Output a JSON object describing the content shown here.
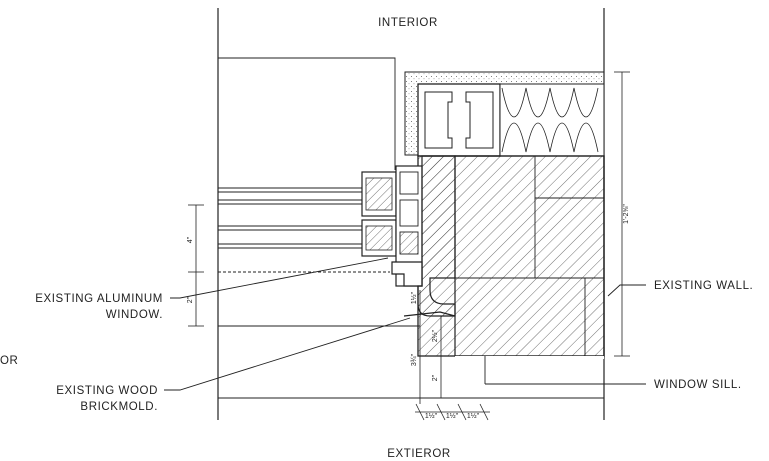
{
  "labels": {
    "interior": "INTERIOR",
    "exterior": "EXTIEROR",
    "left_cut": "OR",
    "aluminum_window_1": "EXISTING ALUMINUM",
    "aluminum_window_2": "WINDOW.",
    "wood_brickmold_1": "EXISTING WOOD",
    "wood_brickmold_2": "BRICKMOLD.",
    "existing_wall": "EXISTING WALL.",
    "window_sill": "WINDOW SILL."
  },
  "dimensions": {
    "wall_height": "1'-2⅝\"",
    "window_4in": "4\"",
    "window_2in": "2\"",
    "frame_1_half": "1½\"",
    "sill_3_quarter": "3¾\"",
    "sill_2_half": "2½\"",
    "sill_2in": "2\"",
    "bottom_a": "1½\"",
    "bottom_b": "1½\"",
    "bottom_c": "1½\""
  }
}
